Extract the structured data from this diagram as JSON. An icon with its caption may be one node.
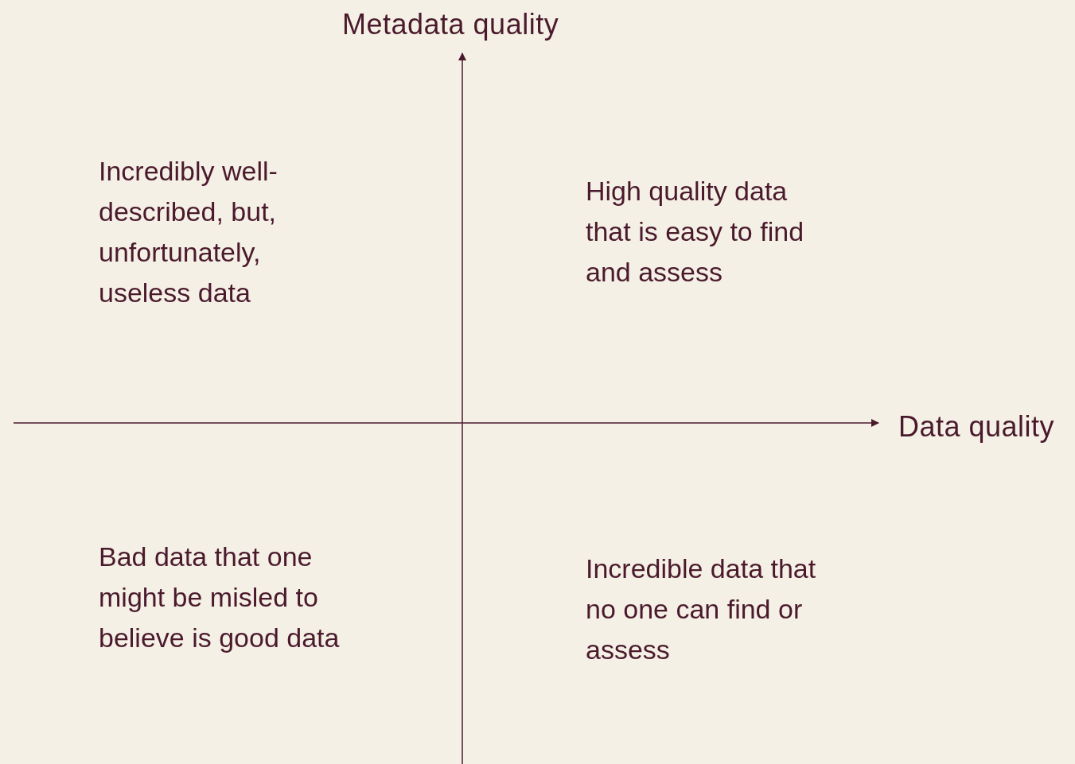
{
  "diagram": {
    "labels": [
      "Metadata quality",
      "Incredibly well-described, but, unfortunately, useless data",
      "High quality data that is easy to find and assess",
      "Data quality",
      "Bad data that one might be misled to believe is good data",
      "Incredible data that no one can find or assess"
    ]
  }
}
